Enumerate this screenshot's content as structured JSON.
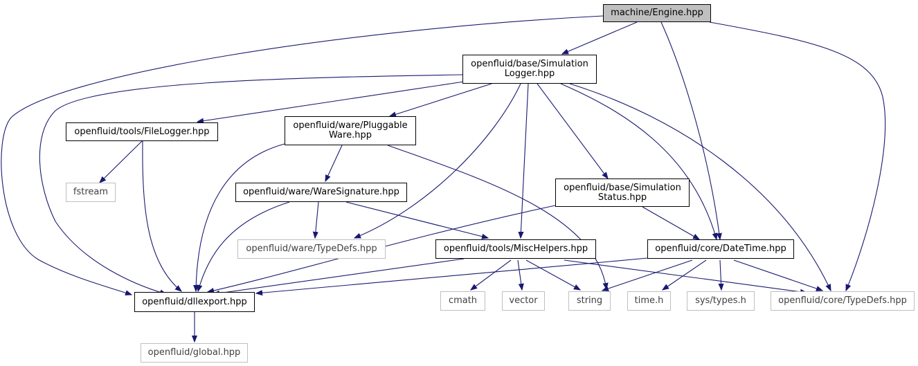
{
  "colors": {
    "edge": "#191970",
    "root_fill": "#bfbfbf",
    "local_border": "#000000",
    "system_border": "#bfbfbf"
  },
  "nodes": {
    "engine": {
      "label": "machine/Engine.hpp",
      "kind": "root"
    },
    "simlogger": {
      "label": "openfluid/base/Simulation\nLogger.hpp",
      "kind": "local"
    },
    "filelogger": {
      "label": "openfluid/tools/FileLogger.hpp",
      "kind": "local"
    },
    "pluggable": {
      "label": "openfluid/ware/Pluggable\nWare.hpp",
      "kind": "local"
    },
    "fstream": {
      "label": "fstream",
      "kind": "system"
    },
    "waresig": {
      "label": "openfluid/ware/WareSignature.hpp",
      "kind": "local"
    },
    "simstatus": {
      "label": "openfluid/base/Simulation\nStatus.hpp",
      "kind": "local"
    },
    "waretypedefs": {
      "label": "openfluid/ware/TypeDefs.hpp",
      "kind": "system"
    },
    "mischelpers": {
      "label": "openfluid/tools/MiscHelpers.hpp",
      "kind": "local"
    },
    "datetime": {
      "label": "openfluid/core/DateTime.hpp",
      "kind": "local"
    },
    "dllexport": {
      "label": "openfluid/dllexport.hpp",
      "kind": "local"
    },
    "cmath": {
      "label": "cmath",
      "kind": "system"
    },
    "vector": {
      "label": "vector",
      "kind": "system"
    },
    "string": {
      "label": "string",
      "kind": "system"
    },
    "timeh": {
      "label": "time.h",
      "kind": "system"
    },
    "systypes": {
      "label": "sys/types.h",
      "kind": "system"
    },
    "coretypedefs": {
      "label": "openfluid/core/TypeDefs.hpp",
      "kind": "system"
    },
    "global": {
      "label": "openfluid/global.hpp",
      "kind": "system"
    }
  },
  "edges": [
    [
      "engine",
      "simlogger"
    ],
    [
      "engine",
      "dllexport"
    ],
    [
      "engine",
      "datetime"
    ],
    [
      "engine",
      "coretypedefs"
    ],
    [
      "simlogger",
      "filelogger"
    ],
    [
      "simlogger",
      "pluggable"
    ],
    [
      "simlogger",
      "dllexport"
    ],
    [
      "simlogger",
      "waretypedefs"
    ],
    [
      "simlogger",
      "mischelpers"
    ],
    [
      "simlogger",
      "simstatus"
    ],
    [
      "simlogger",
      "datetime"
    ],
    [
      "simlogger",
      "coretypedefs"
    ],
    [
      "filelogger",
      "fstream"
    ],
    [
      "filelogger",
      "dllexport"
    ],
    [
      "pluggable",
      "waresig"
    ],
    [
      "pluggable",
      "dllexport"
    ],
    [
      "pluggable",
      "string"
    ],
    [
      "waresig",
      "waretypedefs"
    ],
    [
      "waresig",
      "dllexport"
    ],
    [
      "waresig",
      "mischelpers"
    ],
    [
      "simstatus",
      "datetime"
    ],
    [
      "simstatus",
      "dllexport"
    ],
    [
      "mischelpers",
      "dllexport"
    ],
    [
      "mischelpers",
      "cmath"
    ],
    [
      "mischelpers",
      "vector"
    ],
    [
      "mischelpers",
      "string"
    ],
    [
      "mischelpers",
      "coretypedefs"
    ],
    [
      "datetime",
      "dllexport"
    ],
    [
      "datetime",
      "string"
    ],
    [
      "datetime",
      "timeh"
    ],
    [
      "datetime",
      "systypes"
    ],
    [
      "datetime",
      "coretypedefs"
    ],
    [
      "dllexport",
      "global"
    ]
  ]
}
